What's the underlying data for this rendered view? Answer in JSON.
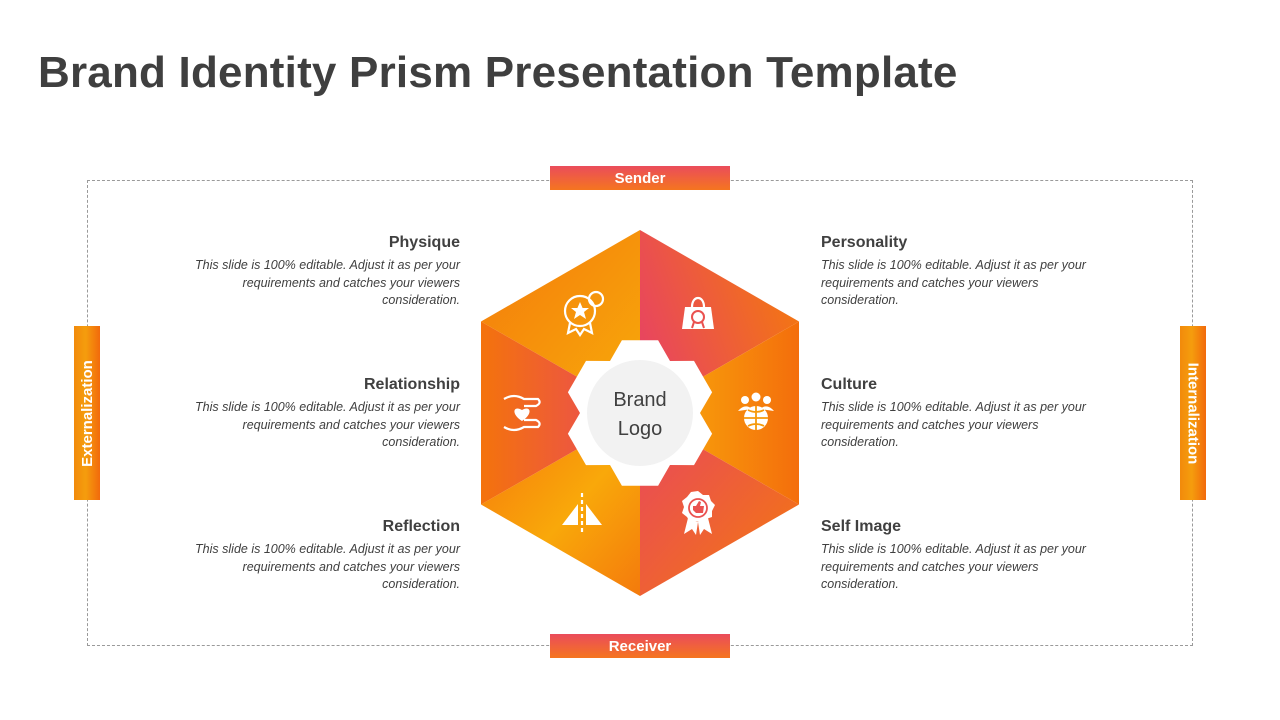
{
  "title": "Brand Identity Prism Presentation Template",
  "labels": {
    "top": "Sender",
    "bottom": "Receiver",
    "left": "Externalization",
    "right": "Internalization"
  },
  "center": {
    "line1": "Brand",
    "line2": "Logo"
  },
  "items": [
    {
      "title": "Physique",
      "text": "This slide is 100%  editable. Adjust it as per your requirements and catches your viewers consideration.",
      "icon": "badge-star-icon"
    },
    {
      "title": "Relationship",
      "text": "This slide is 100%  editable. Adjust it as per your requirements and catches your viewers consideration.",
      "icon": "hands-heart-icon"
    },
    {
      "title": "Reflection",
      "text": "This slide is 100%  editable. Adjust it as per your requirements and catches your viewers consideration.",
      "icon": "mirror-icon"
    },
    {
      "title": "Personality",
      "text": "This slide is 100%  editable. Adjust it as per your requirements and catches your viewers consideration.",
      "icon": "shopping-bag-award-icon"
    },
    {
      "title": "Culture",
      "text": "This slide is 100%  editable. Adjust it as per your requirements and catches your viewers consideration.",
      "icon": "people-globe-icon"
    },
    {
      "title": "Self Image",
      "text": "This slide is 100%  editable. Adjust it as per your requirements and catches your viewers consideration.",
      "icon": "thumbs-up-badge-icon"
    }
  ],
  "colors": {
    "orange": "#f47b0c",
    "amber": "#f8a70a",
    "pink": "#e8465f",
    "center": "#f2f2f2",
    "gear": "#ffffff",
    "title": "#3f3f3f"
  }
}
